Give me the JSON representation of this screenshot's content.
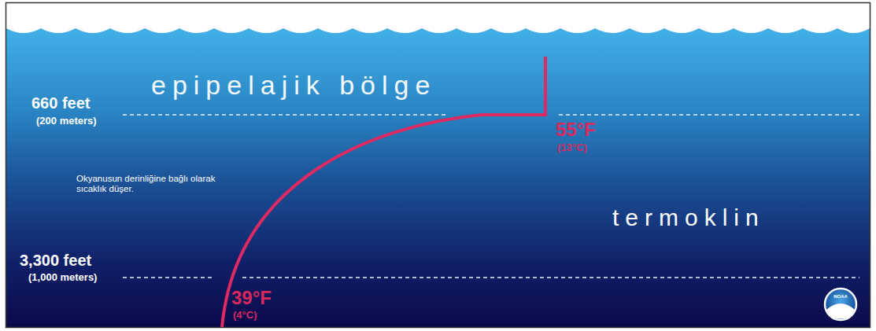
{
  "diagram": {
    "labels": [
      "epipelajik bölge",
      "660 feet",
      "(200 meters)",
      "55°F",
      "(13°C)",
      "Okyanusun derinliğine bağlı olarak sıcaklık düşer.",
      "termoklin",
      "3,300 feet",
      "(1,000 meters)",
      "39°F",
      "(4°C)",
      "NOAA"
    ]
  }
}
